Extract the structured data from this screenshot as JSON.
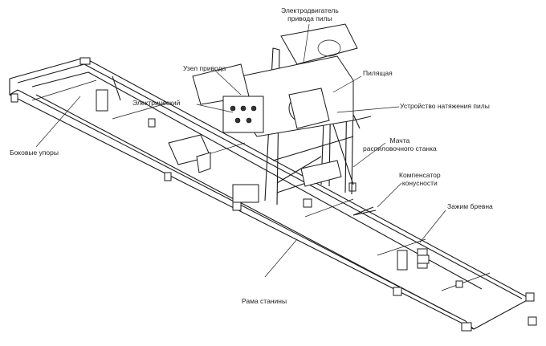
{
  "labels": {
    "motor": "Электродвигатель\nпривода пилы",
    "drive_unit": "Узел привода",
    "electrical": "Электрический",
    "saw": "Пилящая",
    "tension": "Устройство натяжения пилы",
    "mast": "Мачта\nраспиловочного станка",
    "side_stops": "Боковые упоры",
    "compensator": "Компенсатор\nконусности",
    "log_clamp": "Зажим бревна",
    "frame": "Рама станины"
  }
}
